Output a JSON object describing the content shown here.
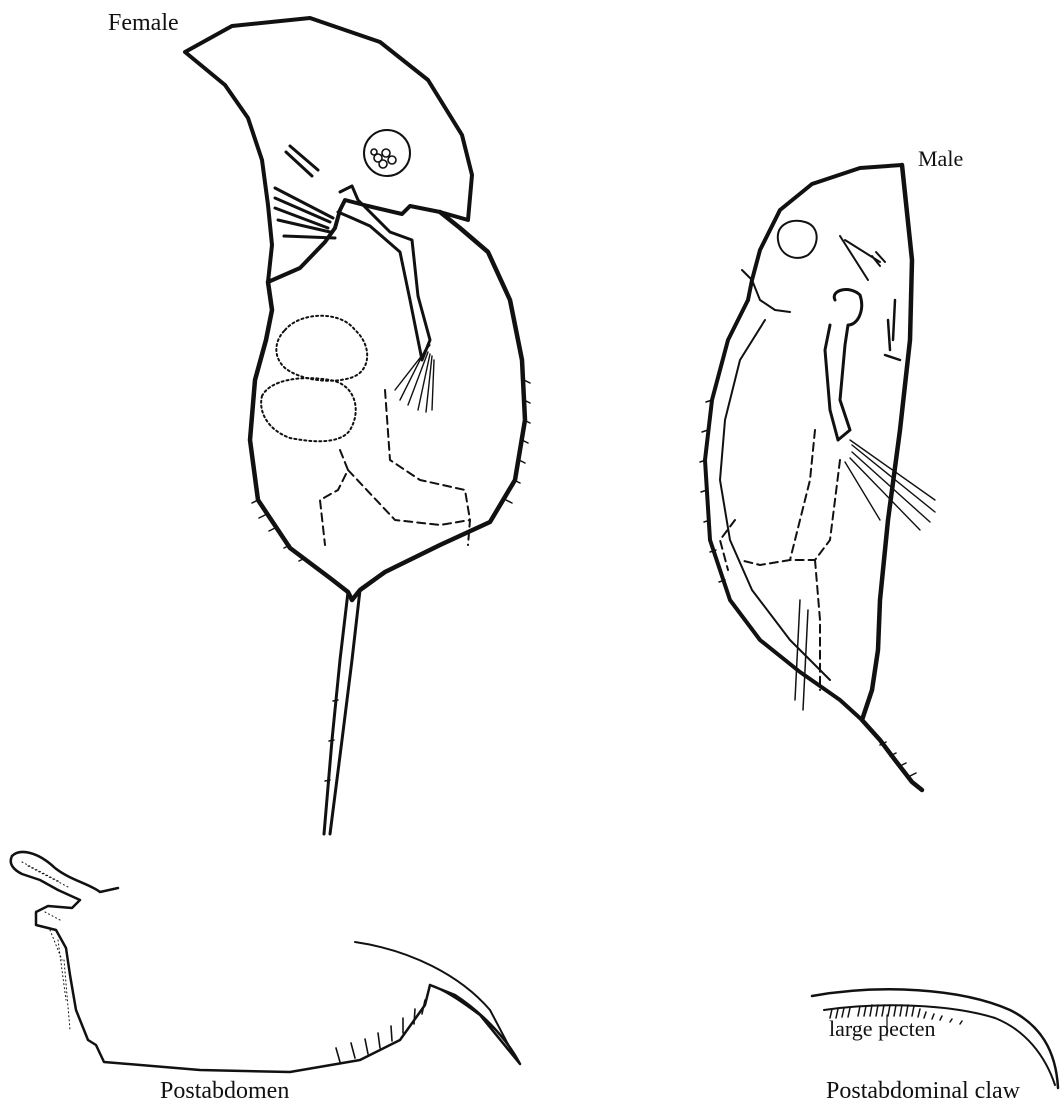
{
  "labels": {
    "female": "Female",
    "male": "Male",
    "postabdomen": "Postabdomen",
    "postabdominal_claw": "Postabdominal claw",
    "large_pecten": "large pecten"
  },
  "colors": {
    "ink": "#111111",
    "background": "#ffffff"
  }
}
